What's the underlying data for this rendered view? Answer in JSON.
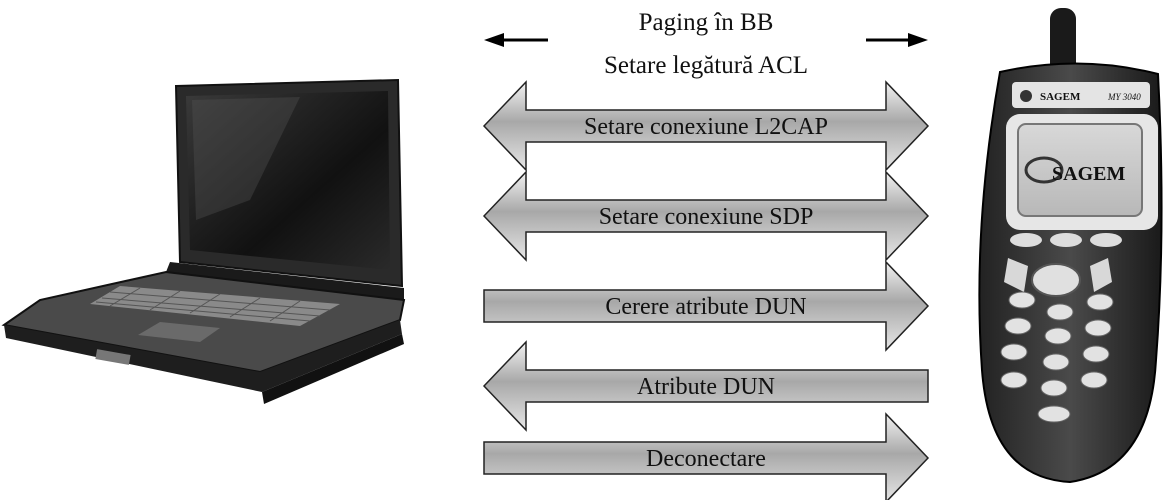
{
  "header": {
    "line1": "Paging în BB",
    "line2": "Setare legătură ACL"
  },
  "messages": [
    {
      "label": "Setare conexiune L2CAP",
      "direction": "both"
    },
    {
      "label": "Setare conexiune SDP",
      "direction": "both"
    },
    {
      "label": "Cerere atribute DUN",
      "direction": "right"
    },
    {
      "label": "Atribute DUN",
      "direction": "left"
    },
    {
      "label": "Deconectare",
      "direction": "right"
    }
  ],
  "phone": {
    "brand": "SAGEM",
    "model": "MY 3040",
    "screen_logo": "SAGEM"
  },
  "colors": {
    "arrow_top": "#f0f0f0",
    "arrow_mid": "#9a9a9a",
    "arrow_bottom": "#e8e8e8",
    "outline": "#222222"
  }
}
